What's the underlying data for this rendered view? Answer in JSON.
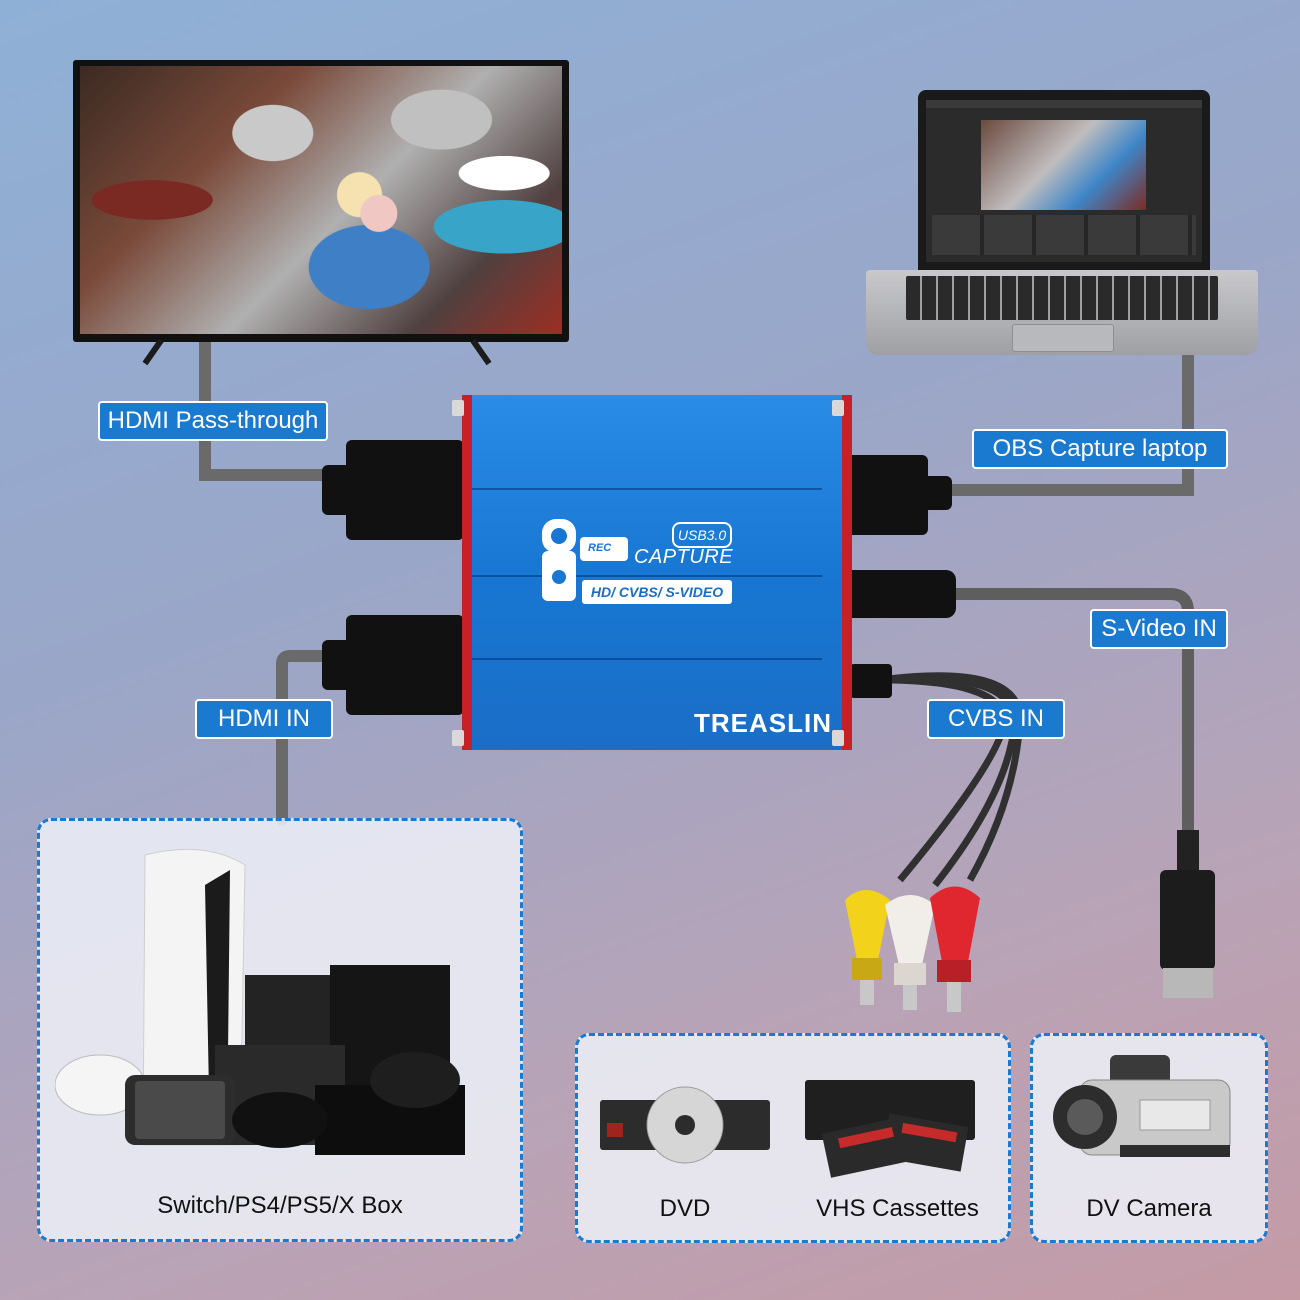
{
  "labels": {
    "hdmi_pass_through": "HDMI Pass-through",
    "obs_capture_laptop": "OBS Capture laptop",
    "s_video_in": "S-Video IN",
    "hdmi_in": "HDMI IN",
    "cvbs_in": "CVBS IN"
  },
  "device": {
    "rec": "REC",
    "usb": "USB3.0",
    "capture": "CAPTURE",
    "formats": "HD/ CVBS/ S-VIDEO",
    "brand": "TREASLIN"
  },
  "panels": {
    "consoles": "Switch/PS4/PS5/X Box",
    "dvd": "DVD",
    "vhs": "VHS Cassettes",
    "dv_camera": "DV Camera"
  },
  "colors": {
    "label_blue": "#1a7ad0",
    "device_blue": "#1877d3",
    "device_red_edge": "#c72026",
    "cable_gray": "#6e6e6e"
  }
}
